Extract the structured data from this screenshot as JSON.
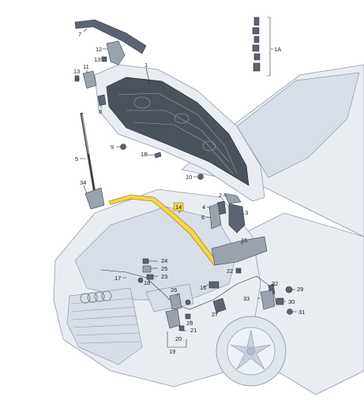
{
  "labels": {
    "l1": "1",
    "l1A": "1A",
    "l1B": "1B",
    "l2": "2",
    "l3": "3",
    "l4": "4",
    "l5": "5",
    "l6": "6",
    "l7": "7",
    "l8": "8",
    "l9": "9",
    "l10": "10",
    "l11": "11",
    "l12": "12",
    "l13a": "13",
    "l13b": "13",
    "l14": "14",
    "l15": "15",
    "l16": "16",
    "l17": "17",
    "l18": "18",
    "l19": "19",
    "l20": "20",
    "l21": "21",
    "l22": "22",
    "l23": "23",
    "l24": "24",
    "l25": "25",
    "l26": "26",
    "l27": "27",
    "l28": "28",
    "l29": "29",
    "l30": "30",
    "l31": "31",
    "l32": "32",
    "l33": "33",
    "l34": "34"
  },
  "colors": {
    "highlight": "#f2d84a",
    "outline": "#8f9bab"
  }
}
